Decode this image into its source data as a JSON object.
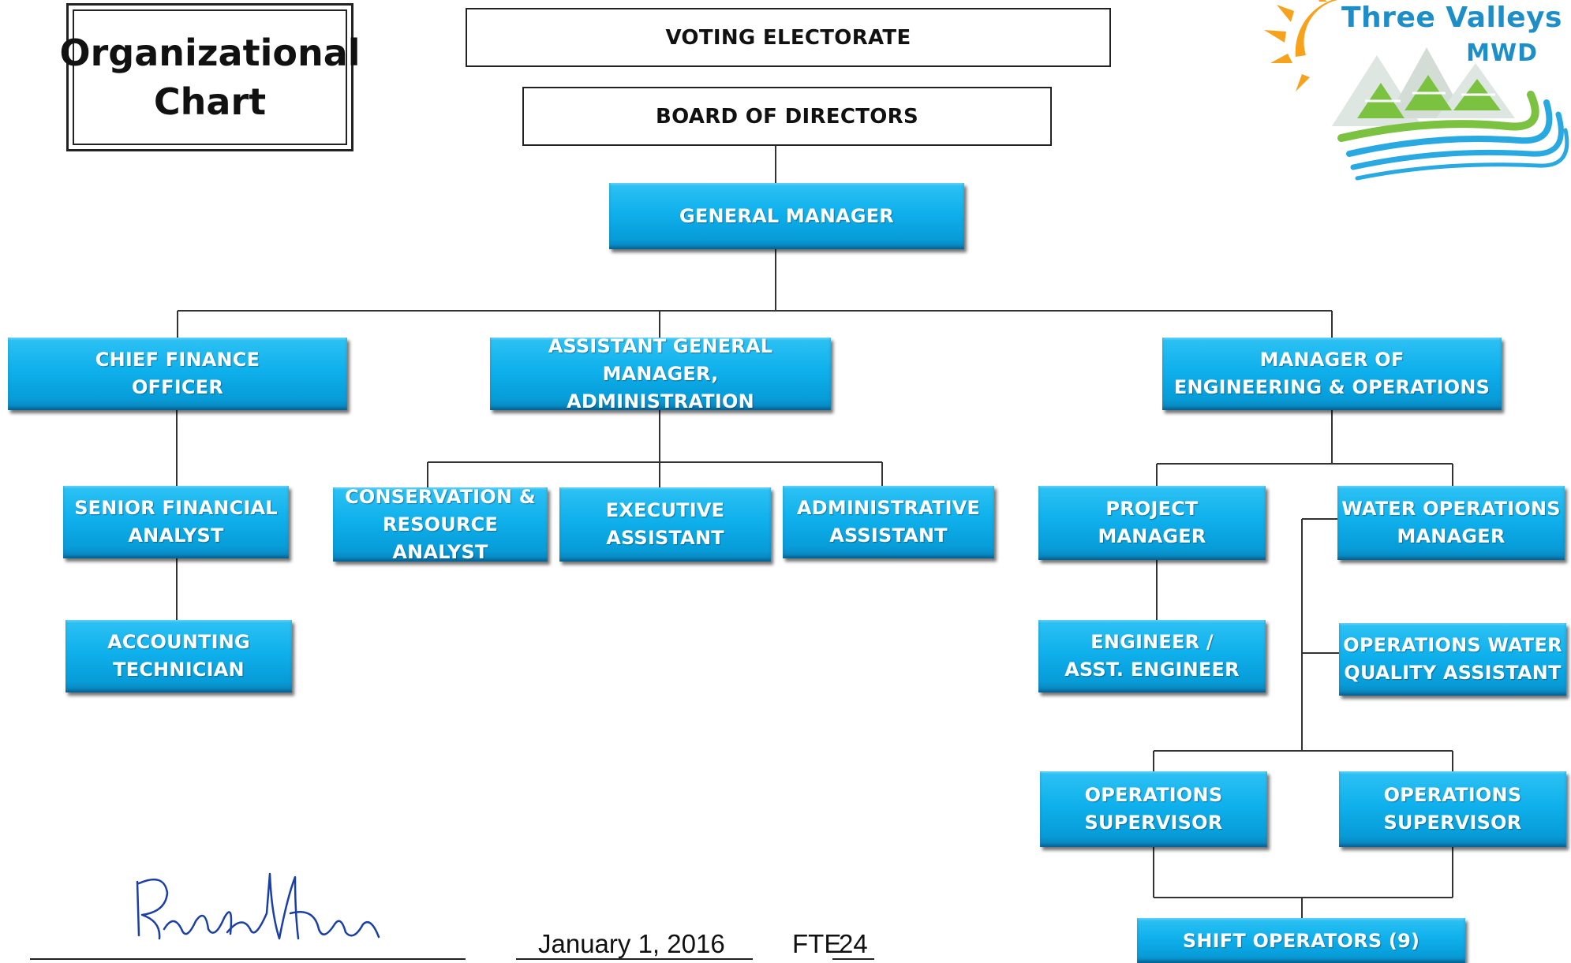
{
  "title": {
    "line1": "Organizational",
    "line2": "Chart"
  },
  "logo": {
    "line1": "Three Valleys",
    "line2": "MWD"
  },
  "boxes": {
    "electorate": "VOTING ELECTORATE",
    "board": "BOARD OF DIRECTORS"
  },
  "nodes": {
    "general_manager": "GENERAL MANAGER",
    "cfo": "CHIEF FINANCE\nOFFICER",
    "agm": "ASSISTANT GENERAL MANAGER,\nADMINISTRATION",
    "meo": "MANAGER OF\nENGINEERING & OPERATIONS",
    "senior_financial_analyst": "SENIOR FINANCIAL\nANALYST",
    "accounting_technician": "ACCOUNTING\nTECHNICIAN",
    "conservation_analyst": "CONSERVATION &\nRESOURCE ANALYST",
    "executive_assistant": "EXECUTIVE\nASSISTANT",
    "administrative_assistant": "ADMINISTRATIVE\nASSISTANT",
    "project_manager": "PROJECT\nMANAGER",
    "water_ops_manager": "WATER OPERATIONS\nMANAGER",
    "engineer": "ENGINEER /\nASST. ENGINEER",
    "ops_wq_assistant": "OPERATIONS WATER\nQUALITY ASSISTANT",
    "ops_supervisor_1": "OPERATIONS\nSUPERVISOR",
    "ops_supervisor_2": "OPERATIONS\nSUPERVISOR",
    "shift_operators": "SHIFT OPERATORS (9)"
  },
  "footer": {
    "date": "January 1, 2016",
    "fte_label": "FTE",
    "fte_value": "24"
  },
  "colors": {
    "node_blue": "#0fb0ec",
    "line": "#333333",
    "logo_blue": "#1e8ec8"
  }
}
